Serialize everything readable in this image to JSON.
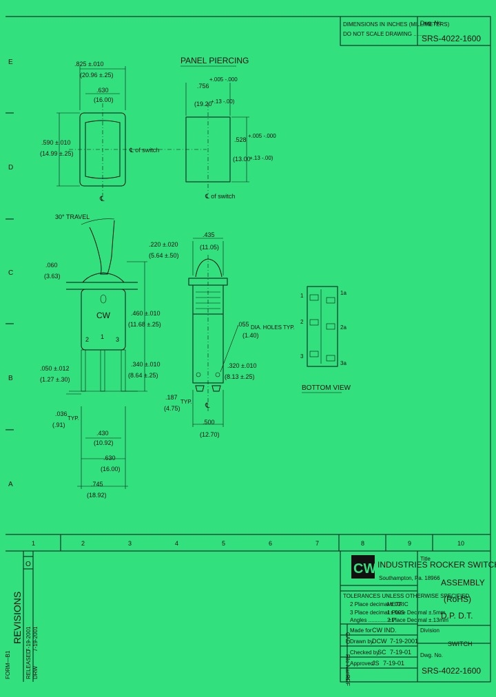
{
  "header_box": {
    "units_line1": "DIMENSIONS IN INCHES (MILLIMETERS)",
    "units_line2": "DO NOT SCALE DRAWING ..........",
    "dwg_no_label": "Dwg. No.",
    "dwg_no": "SRS-4022-1600"
  },
  "left_margin_letters": [
    "E",
    "D",
    "C",
    "B",
    "A"
  ],
  "views": {
    "panel_piercing": "PANEL PIERCING",
    "bottom_view": "BOTTOM VIEW",
    "centerline_switch": "℄ of switch",
    "centerline_switch2": "℄ of switch",
    "centerline_symbol": "℄",
    "centerline_symbol2": "℄",
    "travel": "30° TRAVEL"
  },
  "dims": {
    "top_width_in": ".825 ±.010",
    "top_width_mm": "(20.96 ±.25)",
    "inner_width_in": ".630",
    "inner_width_mm": "(16.00)",
    "height_in": ".590 ±.010",
    "height_mm": "(14.99 ±.25)",
    "panel_width_in": ".756",
    "panel_width_tol": "+.005 -.000",
    "panel_width_mm": "(19.20",
    "panel_width_mm_tol": "+.13 -.00)",
    "panel_height_in": ".528",
    "panel_height_tol": "+.005 -.000",
    "panel_height_mm": "(13.00",
    "panel_height_mm_tol": "+.13 -.00)",
    "dim_060_in": ".060",
    "dim_060_mm": "(3.63)",
    "dim_220_in": ".220 ±.020",
    "dim_220_mm": "(5.64 ±.50)",
    "dim_460_in": ".460 ±.010",
    "dim_460_mm": "(11.68 ±.25)",
    "dim_340_in": ".340 ±.010",
    "dim_340_mm": "(8.64 ±.25)",
    "dim_050_in": ".050 ±.012",
    "dim_050_mm": "(1.27 ±.30)",
    "dim_036_in": ".036",
    "dim_036_mm": "(.91)",
    "typ": "TYP.",
    "dim_430_in": ".430",
    "dim_430_mm": "(10.92)",
    "dim_630b_in": ".630",
    "dim_630b_mm": "(16.00)",
    "dim_745_in": ".745",
    "dim_745_mm": "(18.92)",
    "dim_435_in": ".435",
    "dim_435_mm": "(11.05)",
    "dim_055_in": ".055",
    "dim_055_label": "DIA. HOLES TYP.",
    "dim_055_mm": "(1.40)",
    "dim_320_in": ".320 ±.010",
    "dim_320_mm": "(8.13 ±.25)",
    "dim_187_in": ".187",
    "dim_187_mm": "(4.75)",
    "dim_500_in": ".500",
    "dim_500_mm": "(12.70)",
    "term_1": "1",
    "term_2": "2",
    "term_3": "3",
    "term_1a": "1a",
    "term_2a": "2a",
    "term_3a": "3a",
    "brand": "CW"
  },
  "zone_numbers": [
    "1",
    "2",
    "3",
    "4",
    "5",
    "6",
    "7",
    "8",
    "9",
    "10"
  ],
  "revisions": {
    "title": "REVISIONS",
    "rev": "O",
    "form": "FORM—B1",
    "released": "RELEASED",
    "released_date": "7-19-2001",
    "drw": "DRW",
    "drw_date": "7-19-2001"
  },
  "title_block": {
    "logo": "CW",
    "company": "INDUSTRIES",
    "location": "Southampton, Pa. 18966",
    "title_label": "Title",
    "title_line1": "ROCKER SWITCH",
    "title_line2": "ASSEMBLY",
    "title_line3": "(RoHS)",
    "title_line4": "D.P. D.T.",
    "tolerances_header": "TOLERANCES UNLESS OTHERWISE SPECIFIED",
    "tol_row1_left": "2 Place decimal ±.02",
    "tol_row1_right": "METRIC",
    "tol_row2_left": "3 Place decimal ±.005",
    "tol_row2_right": "1 Place Decimal ±.5mm",
    "tol_row3_left": "Angles ............ ±1°",
    "tol_row3_right": "2 Place Decimal ±.13mm",
    "vertical_label_1": "CAD",
    "vertical_label_2": "File Name",
    "vertical_label_3": "PDF",
    "made_for_label": "Made for",
    "made_for": "CW IND.",
    "drawn_label": "Drawn by",
    "drawn_by": "DCW",
    "drawn_date": "7-19-2001",
    "checked_label": "Checked by",
    "checked_by": "SC",
    "checked_date": "7-19-01",
    "approved_label": "Approved",
    "approved_by": "JS",
    "approved_date": "7-19-01",
    "division_label": "Division",
    "division": "SWITCH",
    "dwg_no_label": "Dwg. No.",
    "dwg_no": "SRS-4022-1600"
  }
}
